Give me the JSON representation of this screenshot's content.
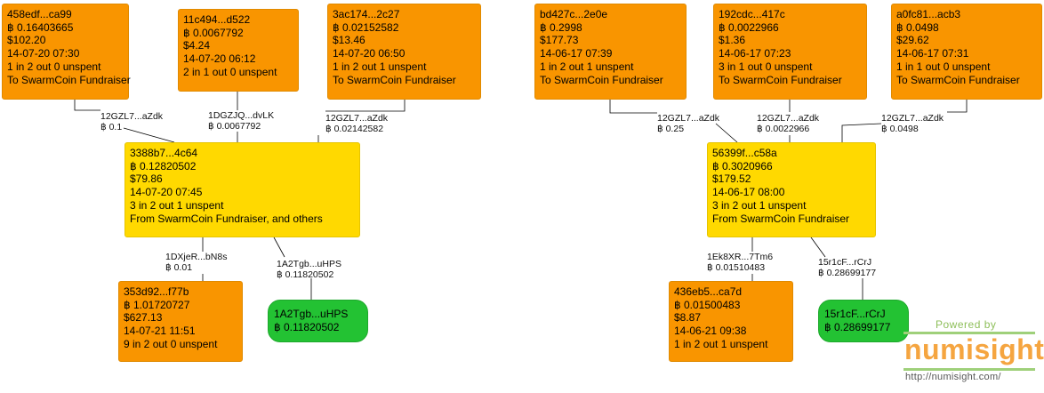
{
  "graphs": [
    {
      "inputs": [
        {
          "lines": [
            "458edf...ca99",
            "฿ 0.16403665",
            "$102.20",
            "14-07-20 07:30",
            "1 in 2 out 0 unspent",
            "To SwarmCoin Fundraiser"
          ],
          "edge_label": [
            "12GZL7...aZdk",
            "฿ 0.1"
          ]
        },
        {
          "lines": [
            "11c494...d522",
            "฿ 0.0067792",
            "$4.24",
            "14-07-20 06:12",
            "2 in 1 out 0 unspent"
          ],
          "edge_label": [
            "1DGZJQ...dvLK",
            "฿ 0.0067792"
          ]
        },
        {
          "lines": [
            "3ac174...2c27",
            "฿ 0.02152582",
            "$13.46",
            "14-07-20 06:50",
            "1 in 2 out 1 unspent",
            "To SwarmCoin Fundraiser"
          ],
          "edge_label": [
            "12GZL7...aZdk",
            "฿ 0.02142582"
          ]
        }
      ],
      "center": {
        "lines": [
          "3388b7...4c64",
          "฿ 0.12820502",
          "$79.86",
          "14-07-20 07:45",
          "3 in 2 out 1 unspent",
          "From SwarmCoin Fundraiser, and others"
        ]
      },
      "outputs": [
        {
          "kind": "tx",
          "lines": [
            "353d92...f77b",
            "฿ 1.01720727",
            "$627.13",
            "14-07-21 11:51",
            "9 in 2 out 0 unspent"
          ],
          "edge_label": [
            "1DXjeR...bN8s",
            "฿ 0.01"
          ]
        },
        {
          "kind": "addr",
          "lines": [
            "1A2Tgb...uHPS",
            "฿ 0.11820502"
          ],
          "edge_label": [
            "1A2Tgb...uHPS",
            "฿ 0.11820502"
          ]
        }
      ]
    },
    {
      "inputs": [
        {
          "lines": [
            "bd427c...2e0e",
            "฿ 0.2998",
            "$177.73",
            "14-06-17 07:39",
            "1 in 2 out 1 unspent",
            "To SwarmCoin Fundraiser"
          ],
          "edge_label": [
            "12GZL7...aZdk",
            "฿ 0.25"
          ]
        },
        {
          "lines": [
            "192cdc...417c",
            "฿ 0.0022966",
            "$1.36",
            "14-06-17 07:23",
            "3 in 1 out 0 unspent",
            "To SwarmCoin Fundraiser"
          ],
          "edge_label": [
            "12GZL7...aZdk",
            "฿ 0.0022966"
          ]
        },
        {
          "lines": [
            "a0fc81...acb3",
            "฿ 0.0498",
            "$29.62",
            "14-06-17 07:31",
            "1 in 1 out 0 unspent",
            "To SwarmCoin Fundraiser"
          ],
          "edge_label": [
            "12GZL7...aZdk",
            "฿ 0.0498"
          ]
        }
      ],
      "center": {
        "lines": [
          "56399f...c58a",
          "฿ 0.3020966",
          "$179.52",
          "14-06-17 08:00",
          "3 in 2 out 1 unspent",
          "From SwarmCoin Fundraiser"
        ]
      },
      "outputs": [
        {
          "kind": "tx",
          "lines": [
            "436eb5...ca7d",
            "฿ 0.01500483",
            "$8.87",
            "14-06-21 09:38",
            "1 in 2 out 1 unspent"
          ],
          "edge_label": [
            "1Ek8XR...7Tm6",
            "฿ 0.01510483"
          ]
        },
        {
          "kind": "addr",
          "lines": [
            "15r1cF...rCrJ",
            "฿ 0.28699177"
          ],
          "edge_label": [
            "15r1cF...rCrJ",
            "฿ 0.28699177"
          ]
        }
      ]
    }
  ],
  "branding": {
    "powered_by": "Powered by",
    "wordmark": "numisight",
    "url": "http://numisight.com/"
  },
  "colors": {
    "input_tx": "#f99500",
    "center_tx": "#ffd900",
    "address": "#23c233",
    "edge": "#000000"
  }
}
